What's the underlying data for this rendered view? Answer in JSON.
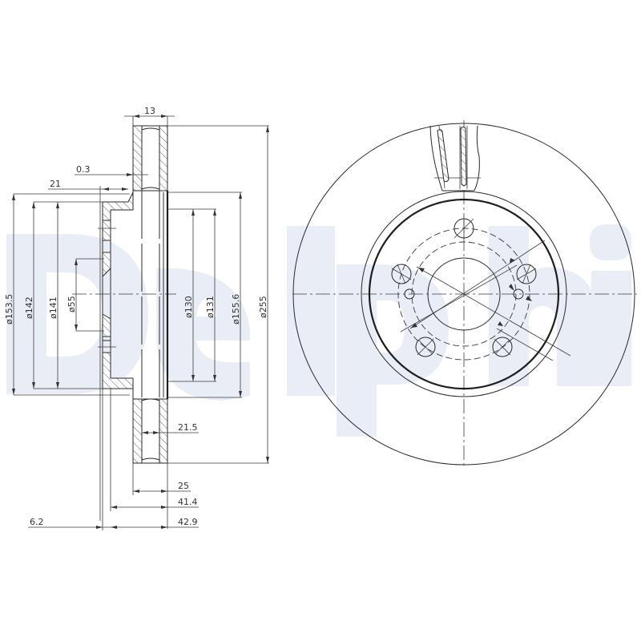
{
  "watermark": {
    "text": "Delphi",
    "color": "#e9edf5"
  },
  "side_view": {
    "dimensions": {
      "disc_thickness": "13",
      "runout": "0.3",
      "hat_flange": "21",
      "dia_153_5": "ø153.5",
      "dia_142": "ø142",
      "dia_141": "ø141",
      "dia_55": "ø55",
      "dia_130": "ø130",
      "dia_131": "ø131",
      "dia_155_6": "ø155.6",
      "dia_255": "ø255",
      "min_thickness": "21.5",
      "total_thickness": "25",
      "height_41_4": "41.4",
      "height_42_9": "42.9",
      "offset_6_2": "6.2"
    }
  },
  "front_view": {
    "bolt_holes": 5,
    "locating_holes": 2,
    "vents": 2
  },
  "colors": {
    "line": "#2a2a2a",
    "text": "#333333",
    "background": "#ffffff"
  }
}
